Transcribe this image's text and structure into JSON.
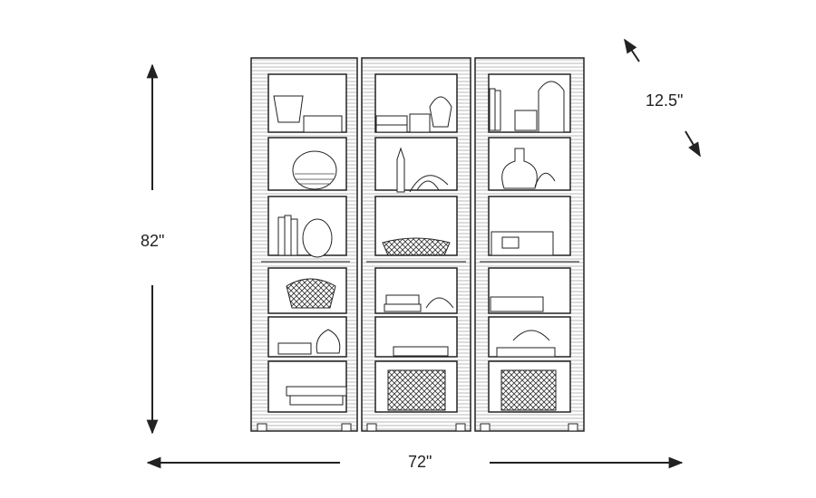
{
  "dimensions": {
    "height": "82\"",
    "width": "72\"",
    "depth": "12.5\""
  },
  "colors": {
    "line": "#222222",
    "shelf_interior": "#ffffff",
    "background": "#ffffff"
  },
  "units": {
    "count": 3
  },
  "icons": [
    "arrow-up-icon",
    "arrow-down-icon",
    "arrow-left-icon",
    "arrow-right-icon"
  ]
}
